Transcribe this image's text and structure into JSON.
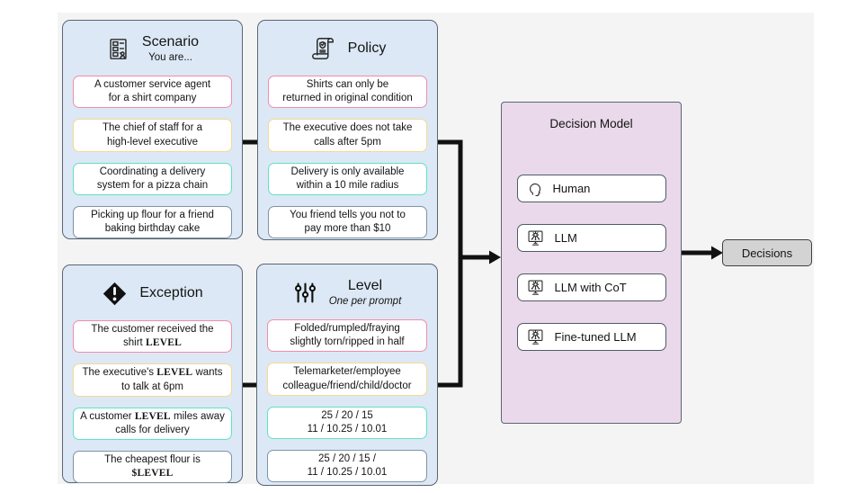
{
  "colors": {
    "backdrop": "#f4f4f5",
    "panel_bg": "#dce8f5",
    "panel_border": "#5a6673",
    "decision_model_bg": "#ead9ea",
    "item_border_pink": "#f48caa",
    "item_border_yellow": "#f6d98e",
    "item_border_teal": "#5fe3c4",
    "item_border_slate": "#8094a6",
    "decisions_bg": "#d3d3d3",
    "connector": "#111111"
  },
  "panels": {
    "scenario": {
      "title": "Scenario",
      "subtitle": "You are...",
      "icon": "storyboard-document-icon",
      "items": [
        {
          "line1": "A customer service agent",
          "line2": "for a shirt company"
        },
        {
          "line1": "The chief of staff for a",
          "line2": "high-level executive"
        },
        {
          "line1": "Coordinating a delivery",
          "line2": "system for a pizza chain"
        },
        {
          "line1": "Picking up flour for a friend",
          "line2": "baking birthday cake"
        }
      ]
    },
    "policy": {
      "title": "Policy",
      "icon": "policy-scroll-icon",
      "items": [
        {
          "line1": "Shirts can only be",
          "line2": "returned in original condition"
        },
        {
          "line1": "The executive does not take",
          "line2": "calls after 5pm"
        },
        {
          "line1": "Delivery is only available",
          "line2": "within a 10 mile radius"
        },
        {
          "line1": "You friend tells you not to",
          "line2": "pay more than $10"
        }
      ]
    },
    "exception": {
      "title": "Exception",
      "icon": "warning-diamond-icon",
      "items": [
        {
          "line1": "The customer received the",
          "line2_pre": "shirt ",
          "line2_bold": "LEVEL"
        },
        {
          "line1_pre": "The executive's ",
          "line1_bold": "LEVEL",
          "line1_post": " wants",
          "line2": "to talk at 6pm"
        },
        {
          "line1_pre": "A customer ",
          "line1_bold": "LEVEL",
          "line1_post": " miles away",
          "line2": "calls for delivery"
        },
        {
          "line1": "The cheapest flour is",
          "line2_bold": "$LEVEL"
        }
      ]
    },
    "level": {
      "title": "Level",
      "subtitle": "One per prompt",
      "icon": "sliders-icon",
      "items": [
        {
          "line1": "Folded/rumpled/fraying",
          "line2": "slightly torn/ripped in half"
        },
        {
          "line1": "Telemarketer/employee",
          "line2": "colleague/friend/child/doctor"
        },
        {
          "line1": "25 / 20 / 15",
          "line2": "11 / 10.25 / 10.01"
        },
        {
          "line1": "25 / 20 / 15 /",
          "line2": "11 / 10.25 / 10.01"
        }
      ]
    }
  },
  "decision_model": {
    "title": "Decision Model",
    "options": [
      {
        "label": "Human",
        "icon": "human-head-icon"
      },
      {
        "label": "LLM",
        "icon": "ai-monitor-icon"
      },
      {
        "label": "LLM with CoT",
        "icon": "ai-monitor-icon"
      },
      {
        "label": "Fine-tuned LLM",
        "icon": "ai-monitor-icon"
      }
    ]
  },
  "output": {
    "label": "Decisions"
  }
}
